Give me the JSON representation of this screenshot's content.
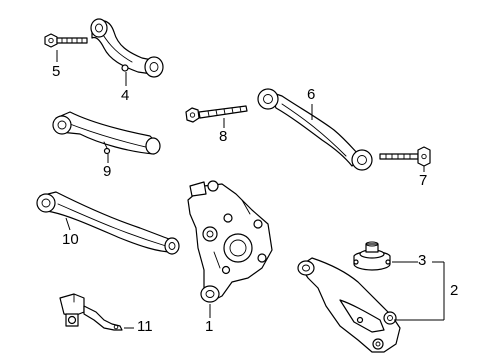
{
  "callouts": [
    {
      "id": "1",
      "text": "1",
      "part": "knuckle"
    },
    {
      "id": "2",
      "text": "2",
      "part": "lower-control-arm"
    },
    {
      "id": "3",
      "text": "3",
      "part": "spring-seat-insulator"
    },
    {
      "id": "4",
      "text": "4",
      "part": "upper-control-arm"
    },
    {
      "id": "5",
      "text": "5",
      "part": "upper-arm-bolt"
    },
    {
      "id": "6",
      "text": "6",
      "part": "toe-link"
    },
    {
      "id": "7",
      "text": "7",
      "part": "toe-link-bolt"
    },
    {
      "id": "8",
      "text": "8",
      "part": "lateral-link-bolt"
    },
    {
      "id": "9",
      "text": "9",
      "part": "upper-lateral-link"
    },
    {
      "id": "10",
      "text": "10",
      "part": "trailing-lateral-link"
    },
    {
      "id": "11",
      "text": "11",
      "part": "height-sensor"
    }
  ],
  "colors": {
    "line": "#000000",
    "background": "#ffffff"
  }
}
